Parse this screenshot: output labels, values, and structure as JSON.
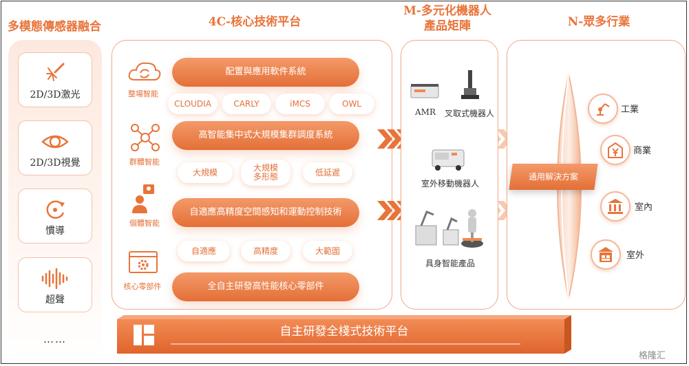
{
  "headers": {
    "sensors": "多模態傳感器融合",
    "platform": "4C-核心技術平台",
    "matrix_line1": "M-多元化機器人",
    "matrix_line2": "產品矩陣",
    "industries": "N-眾多行業"
  },
  "sensors": [
    {
      "label": "2D/3D激光",
      "icon": "laser-icon"
    },
    {
      "label": "2D/3D視覺",
      "icon": "eye-icon"
    },
    {
      "label": "慣導",
      "icon": "rotation-icon"
    },
    {
      "label": "超聲",
      "icon": "sound-wave-icon"
    }
  ],
  "sensors_more": "……",
  "platform": {
    "rows": [
      {
        "side_label": "整場智能",
        "icon": "cloud-sync-icon",
        "pill": "配置與應用軟件系統",
        "chips": [
          "CLOUDIA",
          "CARLY",
          "iMCS",
          "OWL"
        ]
      },
      {
        "side_label": "群體智能",
        "icon": "network-icon",
        "pill": "高智能集中式大規模集群調度系統",
        "chips": [
          "大規模",
          "大規模\n多形態",
          "低延遲"
        ]
      },
      {
        "side_label": "個體智能",
        "icon": "person-idea-icon",
        "pill": "自適應高精度空間感知和運動控制技術",
        "chips": [
          "自適應",
          "高精度",
          "大範圍"
        ]
      },
      {
        "side_label": "核心零部件",
        "icon": "gear-screen-icon",
        "pill": "全自主研發高性能核心零部件",
        "chips": []
      }
    ]
  },
  "products": {
    "amr": "AMR",
    "forklift": "叉取式機器人",
    "outdoor": "室外移動機器人",
    "embodied": "具身智能產品"
  },
  "solution": "通用解決方案",
  "industries": [
    "工業",
    "商業",
    "室內",
    "室外"
  ],
  "footer": "自主研發全棧式技術平台",
  "watermark": "格隆汇",
  "colors": {
    "accent": "#e8743a",
    "light": "#fde8de"
  }
}
